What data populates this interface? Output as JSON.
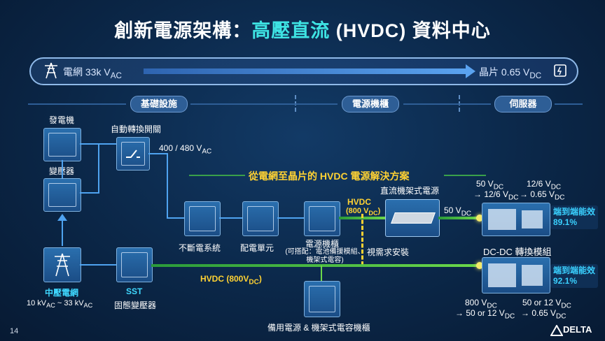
{
  "title": {
    "main": "創新電源架構：",
    "highlight": "高壓直流",
    "rest": " (HVDC) 資料中心"
  },
  "topbar": {
    "left": "電網 33k V",
    "left_sub": "AC",
    "right": "晶片 0.65 V",
    "right_sub": "DC"
  },
  "sections": {
    "infra": "基礎設施",
    "power": "電源機櫃",
    "server": "伺服器"
  },
  "banner": "從電網至晶片的 HVDC 電源解決方案",
  "nodes": {
    "generator": "發電機",
    "transformer": "變壓器",
    "ats": "自動轉換開關",
    "ats_volt": "400 / 480 V",
    "ats_volt_sub": "AC",
    "ups": "不斷電系統",
    "pdu": "配電單元",
    "rack": "電源機櫃",
    "rack_note": "(可搭配：電池備援模組、機架式電容)",
    "rack_hvdc": "HVDC",
    "rack_hvdc2": "(800 V",
    "rack_hvdc2_sub": "DC",
    "rack_hvdc2_end": ")",
    "dc_rack_psu": "直流機架式電源",
    "on_demand": "視需求安裝",
    "out_50v": "50 V",
    "out_50v_sub": "DC",
    "mv_grid": "中壓電網",
    "mv_range": "10 kV",
    "mv_range_sub": "AC",
    "mv_range_mid": " ~ 33 kV",
    "mv_range_sub2": "AC",
    "sst": "SST",
    "sst_cn": "固態變壓器",
    "hvdc_line": "HVDC (800V",
    "hvdc_line_sub": "DC",
    "hvdc_line_end": ")",
    "backup": "備用電源 & 機架式電容機櫃",
    "dcdc": "DC-DC 轉換模組"
  },
  "server_top": {
    "a1": "50 V",
    "a1_sub": "DC",
    "a2": "→ 12/6 V",
    "a2_sub": "DC",
    "b1": "12/6 V",
    "b1_sub": "DC",
    "b2": "→ 0.65 V",
    "b2_sub": "DC",
    "eff_label": "端到端能效",
    "eff_value": "89.1%"
  },
  "server_bottom": {
    "a1": "800 V",
    "a1_sub": "DC",
    "a2": "→ 50 or 12 V",
    "a2_sub": "DC",
    "b1": "50 or 12 V",
    "b1_sub": "DC",
    "b2": "→ 0.65 V",
    "b2_sub": "DC",
    "eff_label": "端到端能效",
    "eff_value": "92.1%"
  },
  "page_number": "14",
  "logo": "DELTA",
  "colors": {
    "accent": "#3ee3e3",
    "hvdc": "#ffd233",
    "efficiency": "#3ad0ff",
    "line": "#4fa3f0",
    "green": "#6bd84a"
  }
}
